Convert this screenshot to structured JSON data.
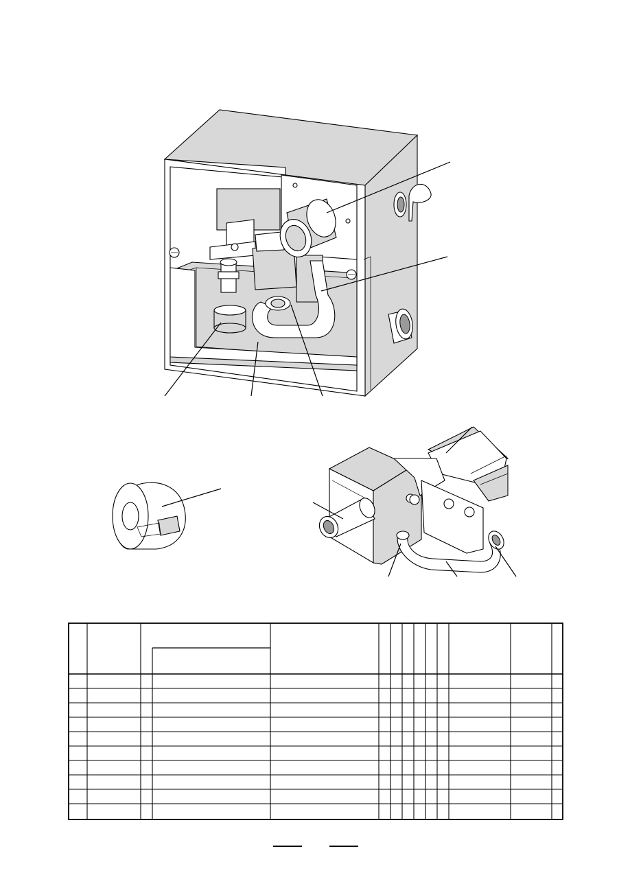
{
  "document": {
    "kind": "parts-catalog-page",
    "figures": [
      {
        "id": "main-unit"
      },
      {
        "id": "magnet-ring"
      },
      {
        "id": "hose-assembly"
      }
    ],
    "parts_table": {
      "header_rows": 2,
      "body_rows": 10
    },
    "footer": {
      "left_underline": "",
      "right_underline": ""
    }
  }
}
